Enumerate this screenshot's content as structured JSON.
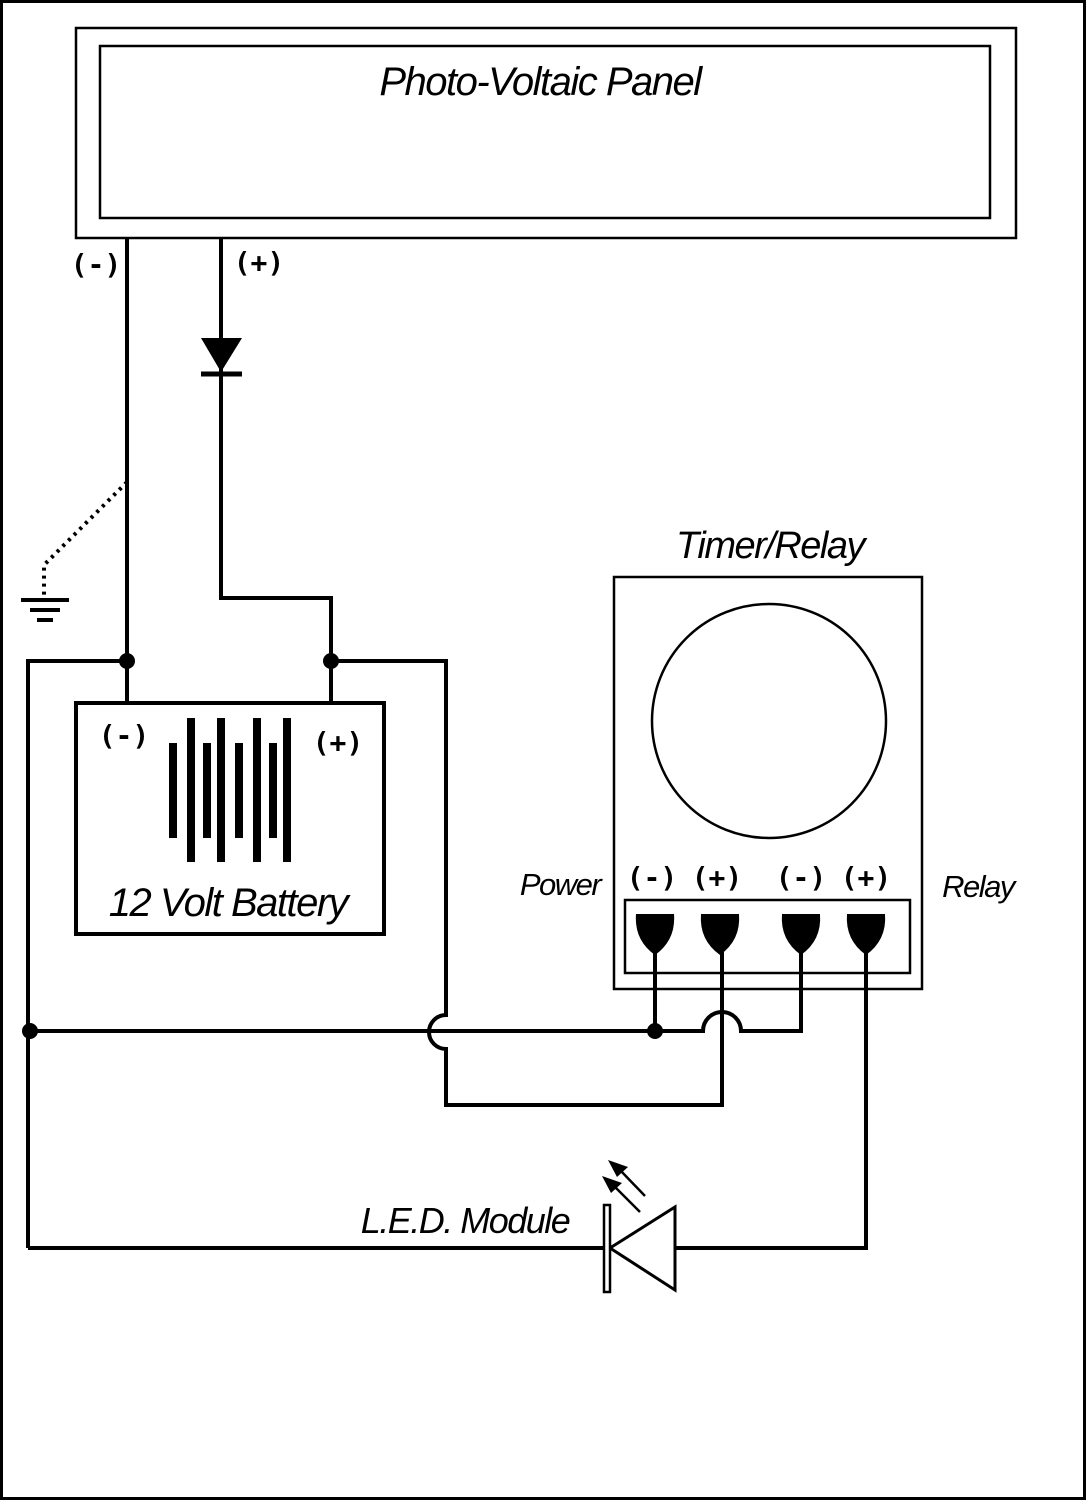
{
  "pv_panel": {
    "title": "Photo-Voltaic Panel",
    "neg_label": "(-)",
    "pos_label": "(+)"
  },
  "battery": {
    "title": "12 Volt Battery",
    "neg_label": "(-)",
    "pos_label": "(+)"
  },
  "timer_relay": {
    "title": "Timer/Relay",
    "power_label": "Power",
    "relay_label": "Relay",
    "terminals": [
      "(-)",
      "(+)",
      "(-)",
      "(+)"
    ]
  },
  "led": {
    "title": "L.E.D. Module"
  }
}
